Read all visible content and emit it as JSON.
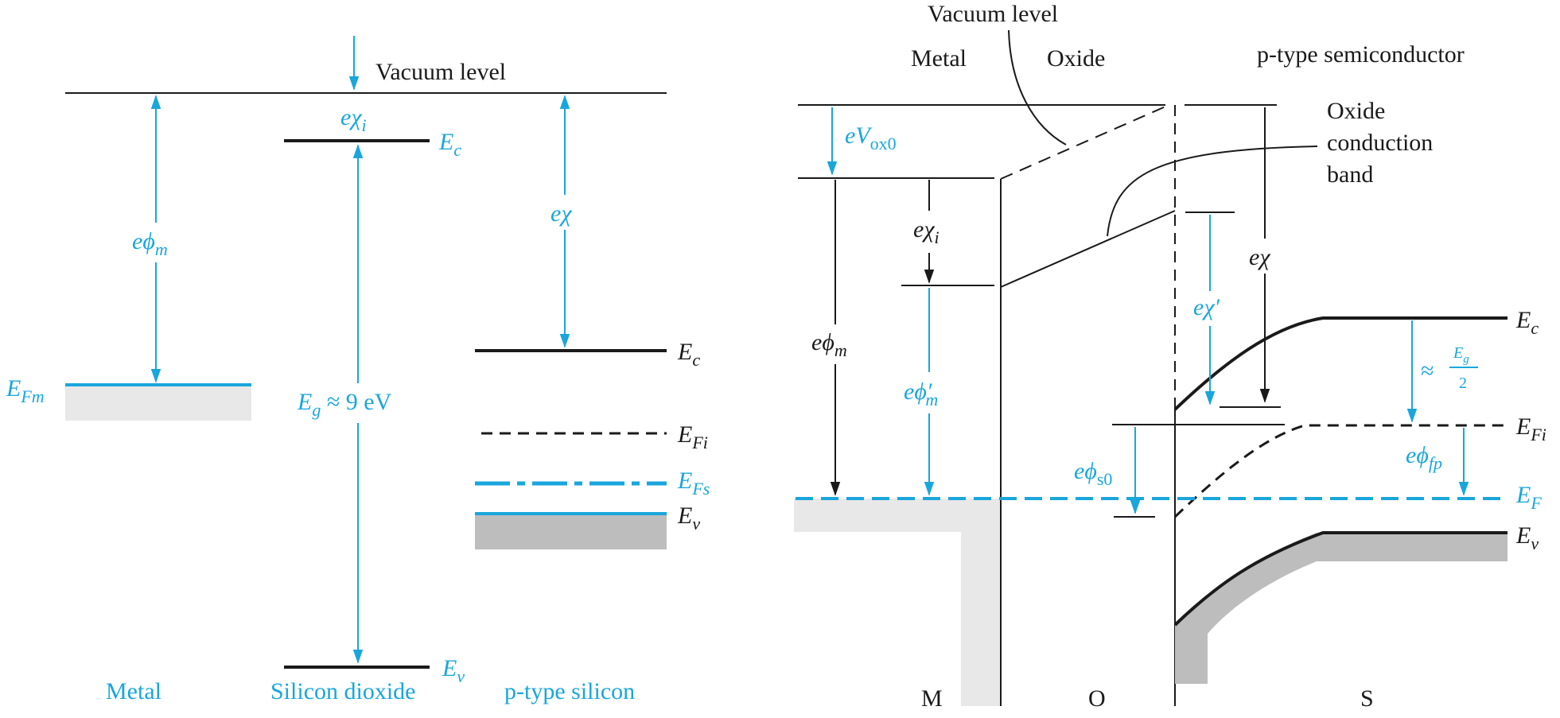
{
  "colors": {
    "accent": "#19a6dc",
    "black": "#1a1a1a",
    "metal_fill": "#e8e8e8",
    "band_fill": "#bdbdbd"
  },
  "left": {
    "vacuum_level": "Vacuum level",
    "e_chi_i": {
      "main": "eχ",
      "sub": "i"
    },
    "oxide_ec": {
      "main": "E",
      "sub": "c"
    },
    "e_phi_m": {
      "main": "eϕ",
      "sub": "m"
    },
    "eg": {
      "main": "E",
      "sub": "g",
      "rest": " ≈ 9 eV"
    },
    "e_chi": "eχ",
    "efm": {
      "main": "E",
      "sub": "Fm"
    },
    "si_ec": {
      "main": "E",
      "sub": "c"
    },
    "si_efi": {
      "main": "E",
      "sub": "Fi"
    },
    "si_efs": {
      "main": "E",
      "sub": "Fs"
    },
    "si_ev": {
      "main": "E",
      "sub": "v"
    },
    "oxide_ev": {
      "main": "E",
      "sub": "v"
    },
    "metal_label": "Metal",
    "oxide_label": "Silicon dioxide",
    "si_label": "p-type silicon"
  },
  "right": {
    "vacuum_level": "Vacuum level",
    "metal": "Metal",
    "oxide": "Oxide",
    "semi": "p-type semiconductor",
    "oxide_cb": [
      "Oxide",
      "conduction",
      "band"
    ],
    "e_v_ox0": {
      "main": "eV",
      "sub": "ox0"
    },
    "e_chi_i": {
      "main": "eχ",
      "sub": "i"
    },
    "e_phi_m": {
      "main": "eϕ",
      "sub": "m"
    },
    "e_phi_m_prime": {
      "main": "eϕ′",
      "sub": "m"
    },
    "e_chi": "eχ",
    "e_chi_prime": "eχ′",
    "e_phi_s0": {
      "main": "eϕ",
      "sub": "s0"
    },
    "e_phi_fp": {
      "main": "eϕ",
      "sub": "fp"
    },
    "approx": "≈",
    "frac_num": {
      "main": "E",
      "sub": "g"
    },
    "frac_den": "2",
    "ec": {
      "main": "E",
      "sub": "c"
    },
    "efi": {
      "main": "E",
      "sub": "Fi"
    },
    "ef": {
      "main": "E",
      "sub": "F"
    },
    "ev": {
      "main": "E",
      "sub": "v"
    },
    "m": "M",
    "o": "O",
    "s": "S"
  }
}
